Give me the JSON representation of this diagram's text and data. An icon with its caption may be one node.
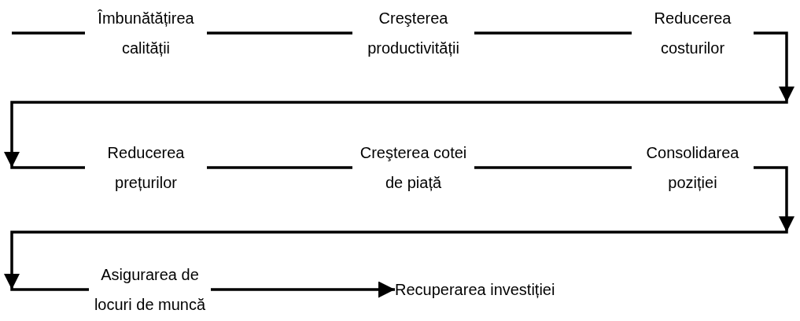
{
  "diagram": {
    "nodes": [
      {
        "text": [
          "Îmbunătățirea calității"
        ]
      },
      {
        "text": [
          "Creşterea productivității"
        ]
      },
      {
        "text": [
          "Reducerea costurilor"
        ]
      },
      {
        "text": [
          "Reducerea prețurilor"
        ]
      },
      {
        "text": [
          "Creşterea cotei de piață"
        ]
      },
      {
        "text": [
          "Consolidarea poziției"
        ]
      },
      {
        "text": [
          "Asigurarea de locuri de muncă"
        ]
      },
      {
        "text": [
          "Recuperarea investiției"
        ]
      }
    ],
    "edges": [
      {
        "from": 0,
        "to": 1,
        "arrow": "none"
      },
      {
        "from": 1,
        "to": 2,
        "arrow": "none"
      },
      {
        "from": 2,
        "to": 3,
        "arrow": "to"
      },
      {
        "from": 3,
        "to": 4,
        "arrow": "none"
      },
      {
        "from": 4,
        "to": 5,
        "arrow": "none"
      },
      {
        "from": 5,
        "to": 6,
        "arrow": "to"
      },
      {
        "from": 6,
        "to": 7,
        "arrow": "to"
      }
    ]
  }
}
